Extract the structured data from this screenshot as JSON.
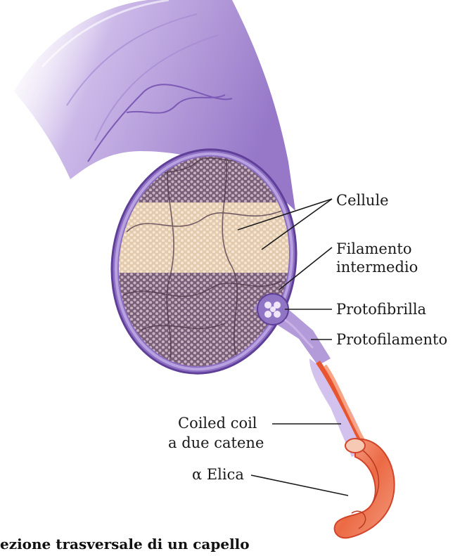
{
  "labels": {
    "cellule": "Cellule",
    "filamento_line1": "Filamento",
    "filamento_line2": "intermedio",
    "protofibrilla": "Protofibrilla",
    "protofilamento": "Protofilamento",
    "coiled_line1": "Coiled coil",
    "coiled_line2": "a due catene",
    "alpha_elica": "α Elica"
  },
  "caption": "ezione trasversale di un capello",
  "colors": {
    "hair_purple": "#9b7fc9",
    "hair_dark": "#6f4fa6",
    "hair_light": "#d8c9ee",
    "section_fill": "#8c6e83",
    "section_band": "#e6c9a6",
    "helix_red": "#e8542f",
    "helix_light": "#f8a98c"
  }
}
